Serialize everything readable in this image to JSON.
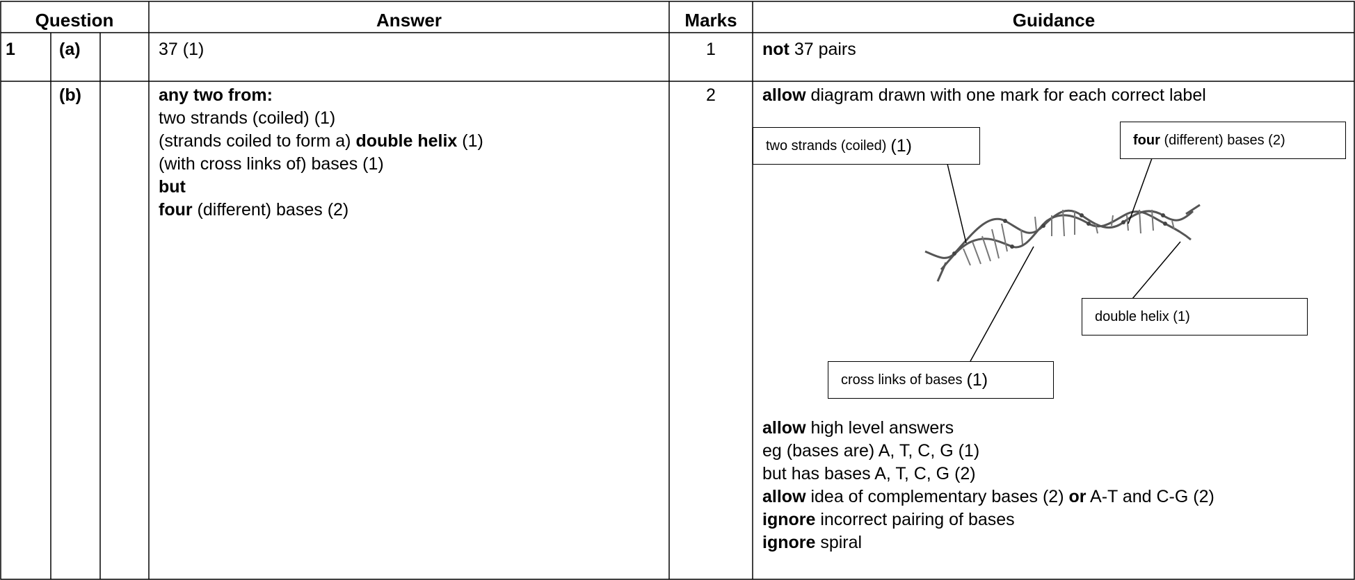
{
  "header": {
    "question": "Question",
    "answer": "Answer",
    "marks": "Marks",
    "guidance": "Guidance"
  },
  "row_a": {
    "number": "1",
    "part": "(a)",
    "answer": "37 (1)",
    "marks": "1",
    "guidance_bold": "not",
    "guidance_rest": " 37 pairs"
  },
  "row_b": {
    "part": "(b)",
    "marks": "2",
    "answer": {
      "heading": "any two from:",
      "line1": "two strands (coiled) (1)",
      "line2_pre": "(strands coiled to form a) ",
      "line2_bold": "double helix",
      "line2_post": " (1)",
      "line3": "(with cross links of) bases (1)",
      "line4_bold": "but",
      "line5_bold": "four",
      "line5_rest": " (different) bases (2)"
    },
    "guidance": {
      "top_bold": "allow",
      "top_rest": " diagram drawn with one mark for each correct label",
      "labels": {
        "strands_text": "two strands (coiled)",
        "strands_mark": "(1)",
        "four_bold": "four",
        "four_rest": " (different) bases (2)",
        "helix": "double helix (1)",
        "cross_text": "cross links of bases",
        "cross_mark": "(1)"
      },
      "bottom": {
        "l1_bold": "allow",
        "l1_rest": " high level answers",
        "l2": "eg (bases are) A, T, C, G (1)",
        "l3": "but has bases A, T, C, G (2)",
        "l4_bold1": "allow",
        "l4_mid": " idea of complementary bases (2) ",
        "l4_bold2": "or",
        "l4_end": " A-T and C-G (2)",
        "l5_bold": "ignore",
        "l5_rest": " incorrect pairing of bases",
        "l6_bold": "ignore",
        "l6_rest": " spiral"
      }
    }
  }
}
